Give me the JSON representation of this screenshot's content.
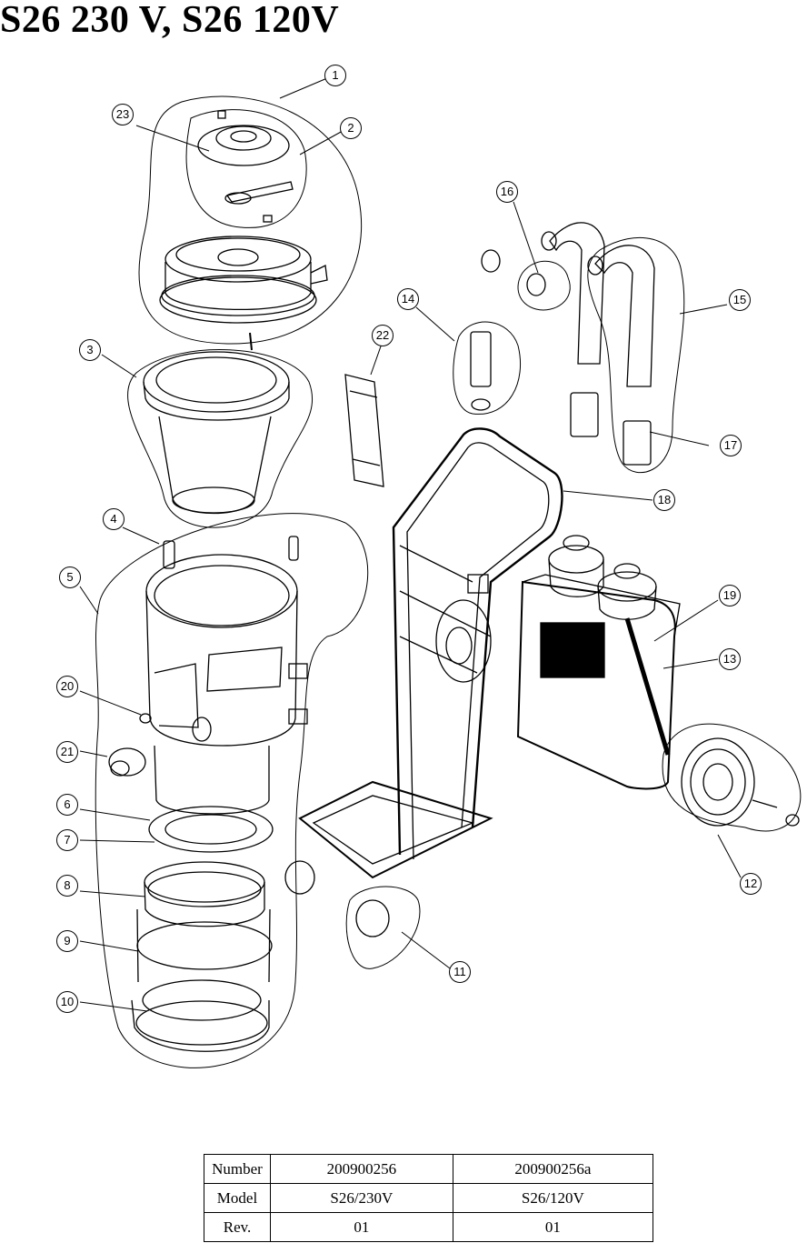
{
  "title": "S26 230 V, S26 120V",
  "callouts": [
    "1",
    "2",
    "3",
    "4",
    "5",
    "6",
    "7",
    "8",
    "9",
    "10",
    "11",
    "12",
    "13",
    "14",
    "15",
    "16",
    "17",
    "18",
    "19",
    "20",
    "21",
    "22",
    "23"
  ],
  "table": {
    "rows": [
      {
        "label": "Number",
        "v1": "200900256",
        "v2": "200900256a"
      },
      {
        "label": "Model",
        "v1": "S26/230V",
        "v2": "S26/120V"
      },
      {
        "label": "Rev.",
        "v1": "01",
        "v2": "01"
      }
    ]
  }
}
